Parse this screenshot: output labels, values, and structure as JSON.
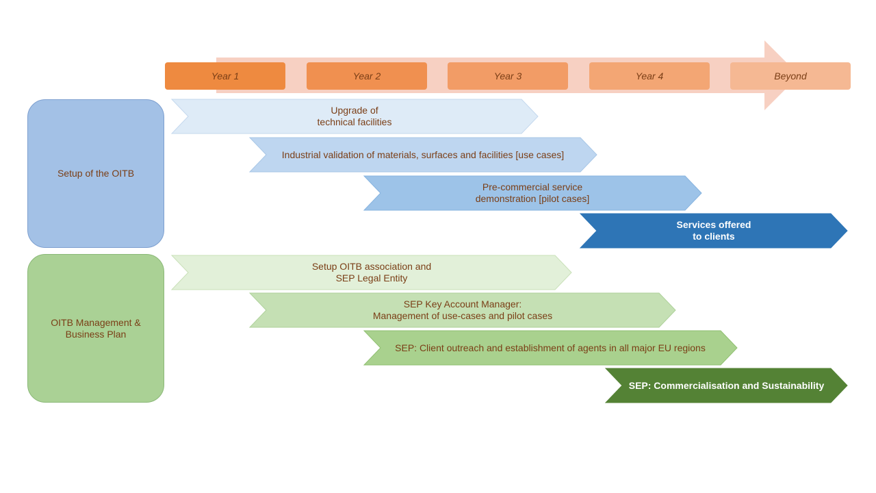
{
  "timeline": {
    "years": [
      "Year 1",
      "Year 2",
      "Year 3",
      "Year 4",
      "Beyond"
    ],
    "colors": [
      "#ee8a40",
      "#f09050",
      "#f29c66",
      "#f3a674",
      "#f5b893"
    ],
    "arrow_color": "#f7d0c2"
  },
  "groups": [
    {
      "label": "Setup of the OITB",
      "fill": "#a3c1e6",
      "stroke": "#7d9fcf"
    },
    {
      "label": "OITB Management & Business Plan",
      "lines": [
        "OITB Management &",
        "Business Plan"
      ],
      "fill": "#aad195",
      "stroke": "#8ab877"
    }
  ],
  "steps": [
    {
      "lines": [
        "Upgrade of",
        "technical facilities"
      ],
      "fill": "#deebf7",
      "stroke": "#c4d8ee"
    },
    {
      "lines": [
        "Industrial validation of materials, surfaces and facilities [use cases]"
      ],
      "fill": "#bed6f0",
      "stroke": "#a7c6e6"
    },
    {
      "lines": [
        "Pre-commercial service",
        "demonstration [pilot cases]"
      ],
      "fill": "#9dc3e8",
      "stroke": "#86b3df"
    },
    {
      "lines": [
        "Services offered",
        "to clients"
      ],
      "fill": "#2e75b6",
      "stroke": "#2e75b6"
    },
    {
      "lines": [
        "Setup OITB association and",
        "SEP Legal Entity"
      ],
      "fill": "#e2f0d9",
      "stroke": "#c9e0b8"
    },
    {
      "lines": [
        "SEP Key Account Manager:",
        "Management of use-cases and pilot cases"
      ],
      "fill": "#c5e0b4",
      "stroke": "#aed19a"
    },
    {
      "lines": [
        "SEP: Client outreach and establishment of agents in all major EU regions"
      ],
      "fill": "#a9d18e",
      "stroke": "#8fbf70"
    },
    {
      "lines": [
        "SEP: Commercialisation and Sustainability"
      ],
      "fill": "#548235",
      "stroke": "#548235"
    }
  ]
}
